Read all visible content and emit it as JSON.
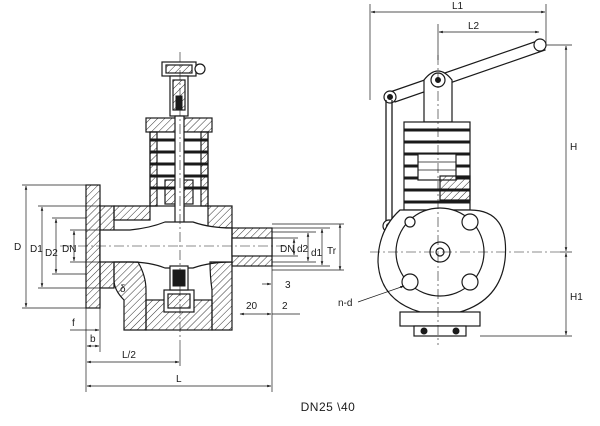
{
  "caption": "DN25 \\40",
  "section_view": {
    "labels": {
      "D": "D",
      "D1": "D1",
      "D2": "D2",
      "DN_left": "DN",
      "DN_right": "DN",
      "d2": "d2",
      "d1": "d1",
      "Tr": "Tr",
      "dim_3": "3",
      "dim_20": "20",
      "dim_2": "2",
      "f": "f",
      "b": "b",
      "L_half": "L/2",
      "L": "L",
      "delta": "δ"
    }
  },
  "side_view": {
    "labels": {
      "L1": "L1",
      "L2": "L2",
      "H": "H",
      "H1": "H1",
      "n_d": "n-d"
    }
  }
}
